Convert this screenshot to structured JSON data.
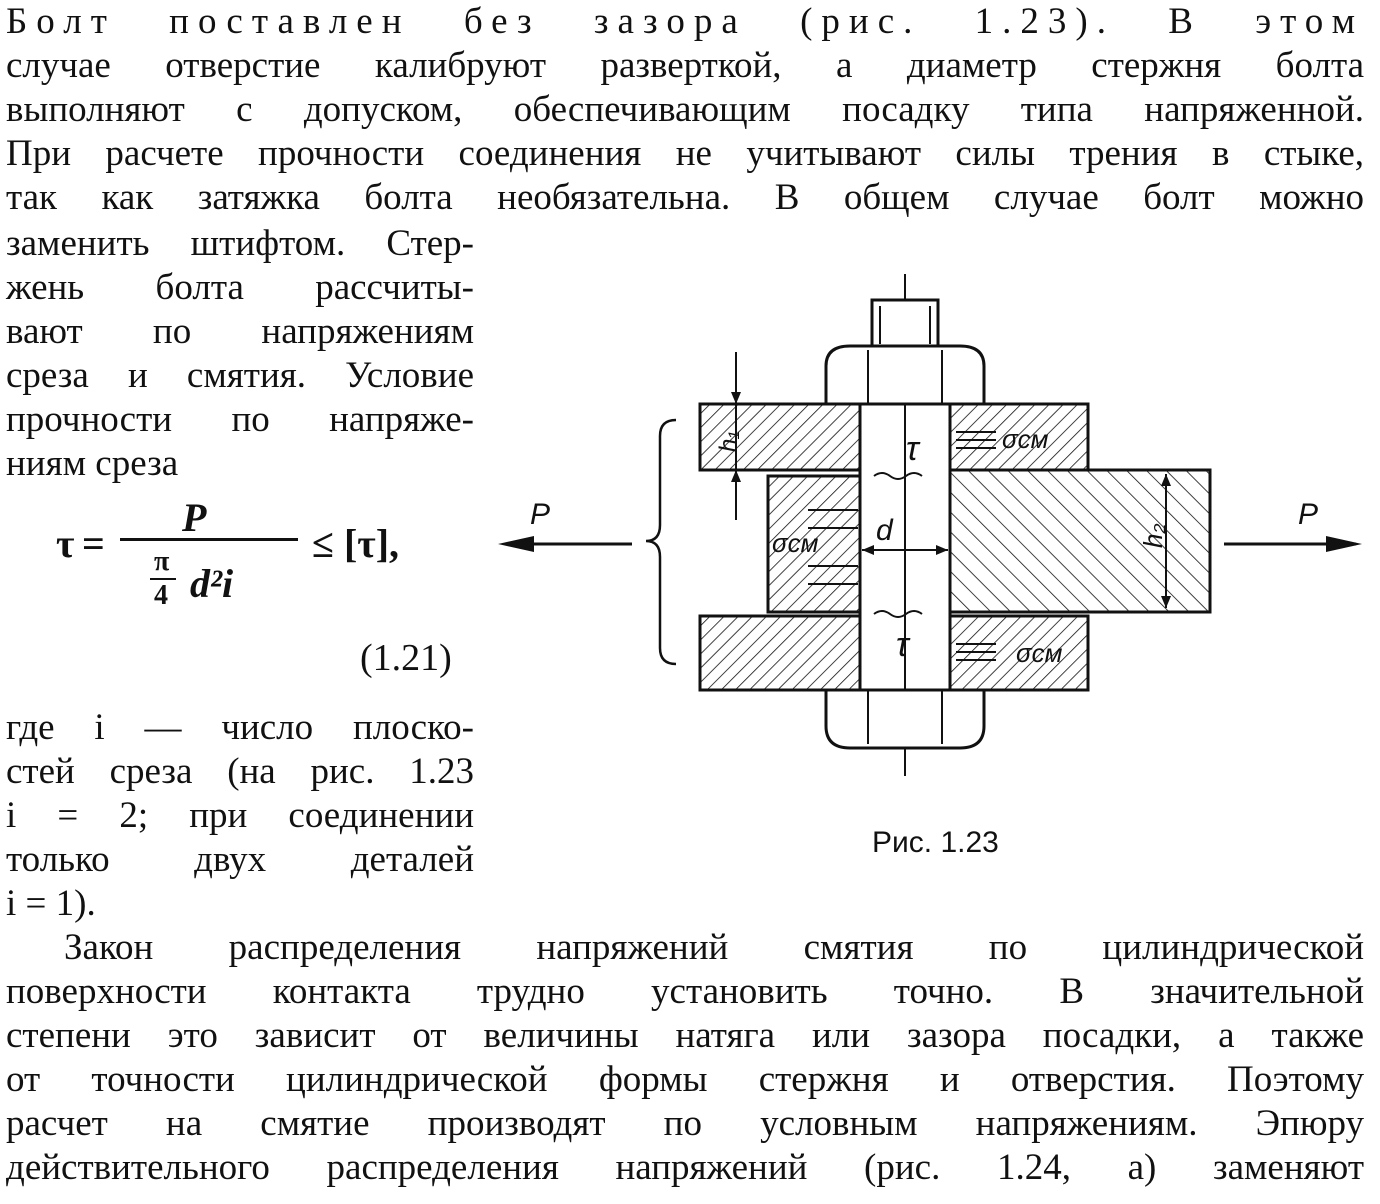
{
  "text_top": [
    "Болт поставлен без зазора (рис. 1.23). В этом",
    "случае отверстие калибруют разверткой, а диаметр стержня болта",
    "выполняют с допуском, обеспечивающим посадку типа напряженной.",
    "При расчете прочности соединения не учитывают силы трения в стыке,",
    "так как затяжка болта необязательна. В общем случае болт можно"
  ],
  "text_left": [
    "заменить штифтом. Стер-",
    "жень болта рассчиты-",
    "вают по напряжениям",
    "среза и смятия. Условие",
    "прочности по напряже-",
    "ниям среза"
  ],
  "formula": {
    "lhs": "τ",
    "eq": "=",
    "numerator": "P",
    "denom_frac_num": "π",
    "denom_frac_den": "4",
    "denom_rest": "d²i",
    "rhs": "≤ [τ],",
    "number": "(1.21)"
  },
  "text_where": [
    "где i — число плоско-",
    "стей среза (на рис. 1.23",
    "i = 2; при соединении",
    "только двух деталей",
    "i = 1)."
  ],
  "text_bottom": [
    "Закон распределения напряжений смятия по цилиндрической",
    "поверхности контакта трудно установить точно. В значительной",
    "степени это зависит от величины натяга или зазора посадки, а также",
    "от точности цилиндрической формы стержня и отверстия. Поэтому",
    "расчет на смятие производят по условным напряжениям. Эпюру",
    "действительного распределения напряжений (рис. 1.24, а) заменяют"
  ],
  "figure": {
    "caption": "Рис. 1.23",
    "labels": {
      "force_left": "P",
      "force_right": "P",
      "sigma_top": "σсм",
      "sigma_mid": "σсм",
      "sigma_bottom": "σсм",
      "tau_top": "τ",
      "tau_bottom": "τ",
      "diameter": "d",
      "h1": "h₁",
      "h2": "h₂"
    }
  }
}
